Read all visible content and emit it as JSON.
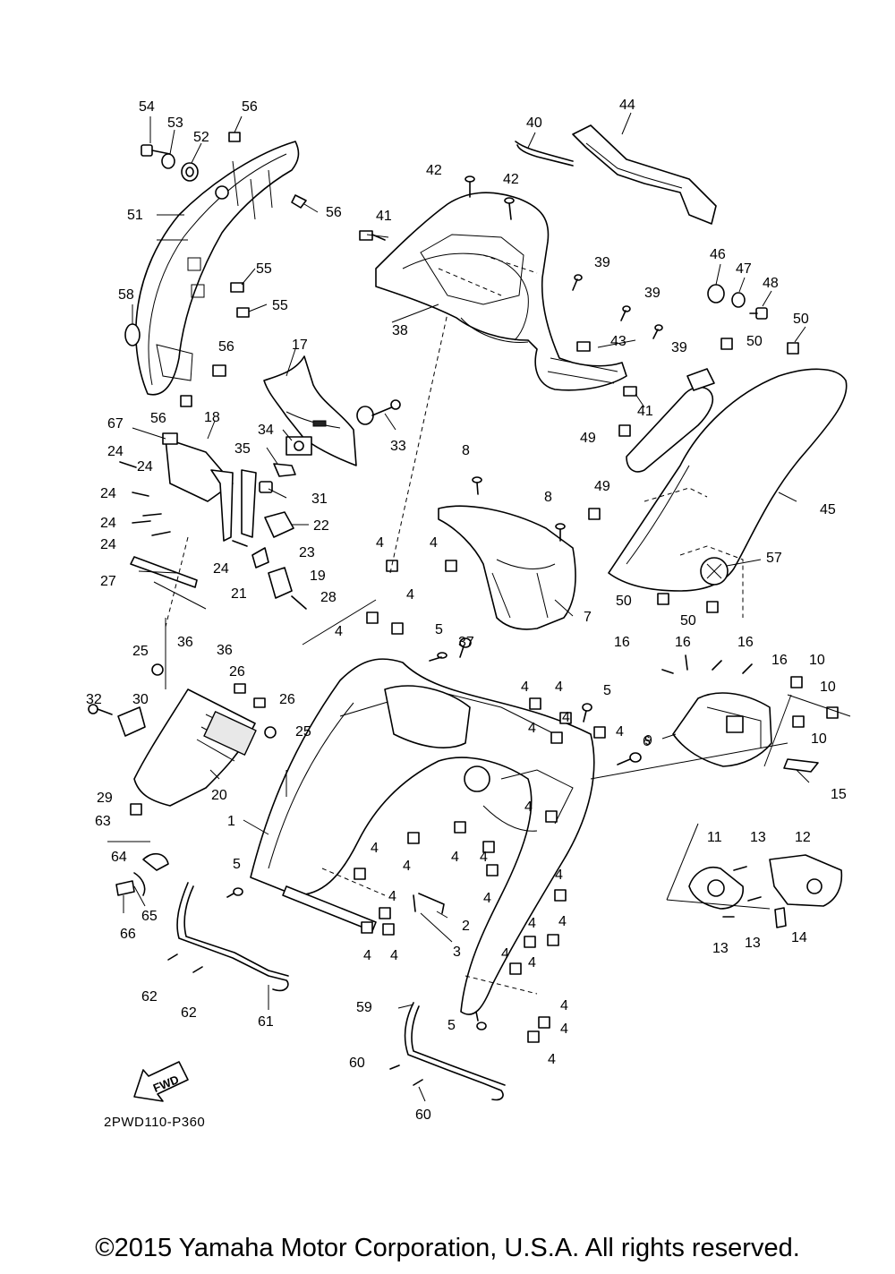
{
  "diagram": {
    "reference_code": "2PWD110-P360",
    "copyright": "©2015 Yamaha Motor Corporation, U.S.A. All rights reserved.",
    "fwd_label": "FWD",
    "callouts": [
      {
        "id": "c54",
        "text": "54"
      },
      {
        "id": "c53",
        "text": "53"
      },
      {
        "id": "c52",
        "text": "52"
      },
      {
        "id": "c56a",
        "text": "56"
      },
      {
        "id": "c56b",
        "text": "56"
      },
      {
        "id": "c51",
        "text": "51"
      },
      {
        "id": "c55a",
        "text": "55"
      },
      {
        "id": "c55b",
        "text": "55"
      },
      {
        "id": "c58",
        "text": "58"
      },
      {
        "id": "c56c",
        "text": "56"
      },
      {
        "id": "c56d",
        "text": "56"
      },
      {
        "id": "c40",
        "text": "40"
      },
      {
        "id": "c44",
        "text": "44"
      },
      {
        "id": "c42a",
        "text": "42"
      },
      {
        "id": "c42b",
        "text": "42"
      },
      {
        "id": "c41a",
        "text": "41"
      },
      {
        "id": "c39a",
        "text": "39"
      },
      {
        "id": "c39b",
        "text": "39"
      },
      {
        "id": "c39c",
        "text": "39"
      },
      {
        "id": "c38",
        "text": "38"
      },
      {
        "id": "c43",
        "text": "43"
      },
      {
        "id": "c41b",
        "text": "41"
      },
      {
        "id": "c46",
        "text": "46"
      },
      {
        "id": "c47",
        "text": "47"
      },
      {
        "id": "c48",
        "text": "48"
      },
      {
        "id": "c50a",
        "text": "50"
      },
      {
        "id": "c50b",
        "text": "50"
      },
      {
        "id": "c49a",
        "text": "49"
      },
      {
        "id": "c49b",
        "text": "49"
      },
      {
        "id": "c45",
        "text": "45"
      },
      {
        "id": "c57",
        "text": "57"
      },
      {
        "id": "c50c",
        "text": "50"
      },
      {
        "id": "c50d",
        "text": "50"
      },
      {
        "id": "c17",
        "text": "17"
      },
      {
        "id": "c67",
        "text": "67"
      },
      {
        "id": "c18",
        "text": "18"
      },
      {
        "id": "c34",
        "text": "34"
      },
      {
        "id": "c33",
        "text": "33"
      },
      {
        "id": "c35",
        "text": "35"
      },
      {
        "id": "c31",
        "text": "31"
      },
      {
        "id": "c24a",
        "text": "24"
      },
      {
        "id": "c24b",
        "text": "24"
      },
      {
        "id": "c24c",
        "text": "24"
      },
      {
        "id": "c24d",
        "text": "24"
      },
      {
        "id": "c24e",
        "text": "24"
      },
      {
        "id": "c24f",
        "text": "24"
      },
      {
        "id": "c22",
        "text": "22"
      },
      {
        "id": "c23",
        "text": "23"
      },
      {
        "id": "c27",
        "text": "27"
      },
      {
        "id": "c21",
        "text": "21"
      },
      {
        "id": "c19",
        "text": "19"
      },
      {
        "id": "c28",
        "text": "28"
      },
      {
        "id": "c8a",
        "text": "8"
      },
      {
        "id": "c8b",
        "text": "8"
      },
      {
        "id": "c7",
        "text": "7"
      },
      {
        "id": "c4a",
        "text": "4"
      },
      {
        "id": "c4b",
        "text": "4"
      },
      {
        "id": "c4c",
        "text": "4"
      },
      {
        "id": "c4d",
        "text": "4"
      },
      {
        "id": "c5a",
        "text": "5"
      },
      {
        "id": "c37",
        "text": "37"
      },
      {
        "id": "c25a",
        "text": "25"
      },
      {
        "id": "c36a",
        "text": "36"
      },
      {
        "id": "c36b",
        "text": "36"
      },
      {
        "id": "c26a",
        "text": "26"
      },
      {
        "id": "c26b",
        "text": "26"
      },
      {
        "id": "c32",
        "text": "32"
      },
      {
        "id": "c30",
        "text": "30"
      },
      {
        "id": "c25b",
        "text": "25"
      },
      {
        "id": "c16a",
        "text": "16"
      },
      {
        "id": "c16b",
        "text": "16"
      },
      {
        "id": "c16c",
        "text": "16"
      },
      {
        "id": "c16d",
        "text": "16"
      },
      {
        "id": "c10a",
        "text": "10"
      },
      {
        "id": "c10b",
        "text": "10"
      },
      {
        "id": "c10c",
        "text": "10"
      },
      {
        "id": "c9",
        "text": "9"
      },
      {
        "id": "c15",
        "text": "15"
      },
      {
        "id": "c5b",
        "text": "5"
      },
      {
        "id": "c6",
        "text": "6"
      },
      {
        "id": "c4e",
        "text": "4"
      },
      {
        "id": "c4f",
        "text": "4"
      },
      {
        "id": "c4g",
        "text": "4"
      },
      {
        "id": "c4h",
        "text": "4"
      },
      {
        "id": "c4i",
        "text": "4"
      },
      {
        "id": "c29",
        "text": "29"
      },
      {
        "id": "c20",
        "text": "20"
      },
      {
        "id": "c63",
        "text": "63"
      },
      {
        "id": "c64",
        "text": "64"
      },
      {
        "id": "c1",
        "text": "1"
      },
      {
        "id": "c4j",
        "text": "4"
      },
      {
        "id": "c4k",
        "text": "4"
      },
      {
        "id": "c4l",
        "text": "4"
      },
      {
        "id": "c4m",
        "text": "4"
      },
      {
        "id": "c4n",
        "text": "4"
      },
      {
        "id": "c4o",
        "text": "4"
      },
      {
        "id": "c5c",
        "text": "5"
      },
      {
        "id": "c66",
        "text": "66"
      },
      {
        "id": "c65",
        "text": "65"
      },
      {
        "id": "c2",
        "text": "2"
      },
      {
        "id": "c4p",
        "text": "4"
      },
      {
        "id": "c4q",
        "text": "4"
      },
      {
        "id": "c4r",
        "text": "4"
      },
      {
        "id": "c3",
        "text": "3"
      },
      {
        "id": "c11",
        "text": "11"
      },
      {
        "id": "c13a",
        "text": "13"
      },
      {
        "id": "c12",
        "text": "12"
      },
      {
        "id": "c13b",
        "text": "13"
      },
      {
        "id": "c13c",
        "text": "13"
      },
      {
        "id": "c14",
        "text": "14"
      },
      {
        "id": "c4s",
        "text": "4"
      },
      {
        "id": "c4t",
        "text": "4"
      },
      {
        "id": "c4u",
        "text": "4"
      },
      {
        "id": "c4v",
        "text": "4"
      },
      {
        "id": "c4w",
        "text": "4"
      },
      {
        "id": "c4x",
        "text": "4"
      },
      {
        "id": "c62a",
        "text": "62"
      },
      {
        "id": "c62b",
        "text": "62"
      },
      {
        "id": "c61",
        "text": "61"
      },
      {
        "id": "c59",
        "text": "59"
      },
      {
        "id": "c5d",
        "text": "5"
      },
      {
        "id": "c60a",
        "text": "60"
      },
      {
        "id": "c60b",
        "text": "60"
      },
      {
        "id": "c4y",
        "text": "4"
      },
      {
        "id": "c4z",
        "text": "4"
      }
    ]
  }
}
